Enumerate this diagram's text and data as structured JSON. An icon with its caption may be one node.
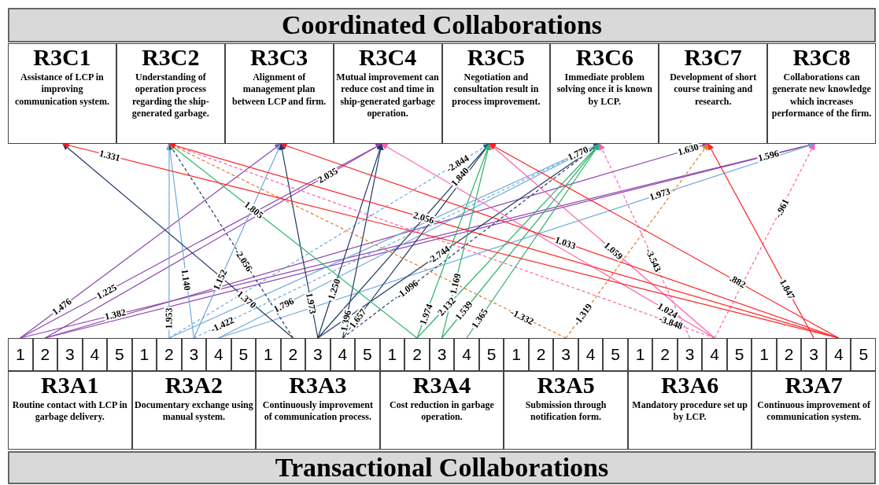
{
  "diagram": {
    "nodes": [
      {
        "text": [
          "Coordinated Collaborations"
        ]
      },
      {
        "text": [
          "R3C1",
          "Assistance of LCP in improving communication system."
        ]
      },
      {
        "text": [
          "R3C2",
          "Understanding of operation process regarding the ship-generated garbage."
        ]
      },
      {
        "text": [
          "R3C3",
          "Alignment of management plan between LCP and firm."
        ]
      },
      {
        "text": [
          "R3C4",
          "Mutual improvement can reduce cost and time in ship-generated garbage operation."
        ]
      },
      {
        "text": [
          "R3C5",
          "Negotiation and consultation result in process improvement."
        ]
      },
      {
        "text": [
          "R3C6",
          "Immediate problem solving once it is known by LCP."
        ]
      },
      {
        "text": [
          "R3C7",
          "Development of short course training and research."
        ]
      },
      {
        "text": [
          "R3C8",
          "Collaborations can generate new knowledge which increases performance of the firm."
        ]
      },
      {
        "text": [
          "1"
        ]
      },
      {
        "text": [
          "2"
        ]
      },
      {
        "text": [
          "3"
        ]
      },
      {
        "text": [
          "4"
        ]
      },
      {
        "text": [
          "5"
        ]
      },
      {
        "text": [
          "1"
        ]
      },
      {
        "text": [
          "2"
        ]
      },
      {
        "text": [
          "3"
        ]
      },
      {
        "text": [
          "4"
        ]
      },
      {
        "text": [
          "5"
        ]
      },
      {
        "text": [
          "1"
        ]
      },
      {
        "text": [
          "2"
        ]
      },
      {
        "text": [
          "3"
        ]
      },
      {
        "text": [
          "4"
        ]
      },
      {
        "text": [
          "5"
        ]
      },
      {
        "text": [
          "1"
        ]
      },
      {
        "text": [
          "2"
        ]
      },
      {
        "text": [
          "3"
        ]
      },
      {
        "text": [
          "4"
        ]
      },
      {
        "text": [
          "5"
        ]
      },
      {
        "text": [
          "1"
        ]
      },
      {
        "text": [
          "2"
        ]
      },
      {
        "text": [
          "3"
        ]
      },
      {
        "text": [
          "4"
        ]
      },
      {
        "text": [
          "5"
        ]
      },
      {
        "text": [
          "1"
        ]
      },
      {
        "text": [
          "2"
        ]
      },
      {
        "text": [
          "3"
        ]
      },
      {
        "text": [
          "4"
        ]
      },
      {
        "text": [
          "5"
        ]
      },
      {
        "text": [
          "1"
        ]
      },
      {
        "text": [
          "2"
        ]
      },
      {
        "text": [
          "3"
        ]
      },
      {
        "text": [
          "4"
        ]
      },
      {
        "text": [
          "5"
        ]
      },
      {
        "text": [
          "R3A1",
          "Routine contact with LCP in garbage delivery."
        ]
      },
      {
        "text": [
          "R3A2",
          "Documentary exchange using manual system."
        ]
      },
      {
        "text": [
          "R3A3",
          "Continuously improvement of communication process."
        ]
      },
      {
        "text": [
          "R3A4",
          "Cost reduction in garbage operation."
        ]
      },
      {
        "text": [
          "R3A5",
          "Submission through notification form."
        ]
      },
      {
        "text": [
          "R3A6",
          "Mandatory procedure set up by LCP."
        ]
      },
      {
        "text": [
          "R3A7",
          "Continuous improvement of communication system."
        ]
      },
      {
        "text": [
          "Transactional Collaborations"
        ]
      }
    ],
    "edges": [
      {
        "from": 9,
        "to": 3,
        "arrow": "to",
        "label": "1.476",
        "color": "#8e44ad"
      },
      {
        "from": 9,
        "to": 4,
        "arrow": "to",
        "label": "1.225",
        "color": "#8e44ad"
      },
      {
        "from": 9,
        "to": 8,
        "arrow": "to",
        "label": "1.382",
        "color": "#8e44ad"
      },
      {
        "from": 10,
        "to": 4,
        "arrow": "to",
        "label": "2.035",
        "color": "#8e44ad"
      },
      {
        "from": 10,
        "to": 8,
        "arrow": "to",
        "label": "1.596",
        "color": "#8e44ad"
      },
      {
        "from": 10,
        "to": 7,
        "arrow": "to",
        "label": "1.630",
        "color": "#8e44ad"
      },
      {
        "from": 15,
        "to": 2,
        "arrow": "to",
        "label": "1.953",
        "color": "#6fa8dc"
      },
      {
        "from": 16,
        "to": 2,
        "arrow": "to",
        "label": "1.140",
        "color": "#6fa8dc"
      },
      {
        "from": 16,
        "to": 3,
        "arrow": "to",
        "label": "1.152",
        "color": "#6fa8dc"
      },
      {
        "from": 15,
        "to": 5,
        "arrow": "to",
        "label": "-2.844",
        "style": "dashed",
        "color": "#6fa8dc"
      },
      {
        "from": 16,
        "to": 6,
        "arrow": "to",
        "label": "-1.422",
        "style": "dashed",
        "color": "#6fa8dc"
      },
      {
        "from": 17,
        "to": 6,
        "arrow": "to",
        "label": "1.796",
        "color": "#6fa8dc"
      },
      {
        "from": 15,
        "to": 6,
        "arrow": "to",
        "label": "1.770",
        "color": "#6fa8dc"
      },
      {
        "from": 17,
        "to": 8,
        "arrow": "to",
        "label": "1.973",
        "color": "#6fa8dc"
      },
      {
        "from": 20,
        "to": 2,
        "arrow": "to",
        "label": "-2.056",
        "style": "dashed",
        "color": "#1f3864"
      },
      {
        "from": 20,
        "to": 1,
        "arrow": "to",
        "label": "1.370",
        "color": "#1f3864"
      },
      {
        "from": 21,
        "to": 3,
        "arrow": "to",
        "label": "1.973",
        "color": "#1f3864"
      },
      {
        "from": 21,
        "to": 4,
        "arrow": "to",
        "label": "1.250",
        "color": "#1f3864"
      },
      {
        "from": 22,
        "to": 4,
        "arrow": "to",
        "label": "1.396",
        "color": "#1f3864"
      },
      {
        "from": 22,
        "to": 5,
        "arrow": "to",
        "label": "1.657",
        "color": "#1f3864"
      },
      {
        "from": 21,
        "to": 5,
        "arrow": "to",
        "label": "1.840",
        "color": "#1f3864"
      },
      {
        "from": 22,
        "to": 6,
        "arrow": "to",
        "label": "-1.096",
        "style": "dashed",
        "color": "#1f3864"
      },
      {
        "from": 21,
        "to": 6,
        "arrow": "to",
        "label": "-2.744",
        "color": "#1f3864"
      },
      {
        "from": 25,
        "to": 2,
        "arrow": "to",
        "label": "1.805",
        "color": "#2db36a"
      },
      {
        "from": 25,
        "to": 5,
        "arrow": "to",
        "label": "1.974",
        "color": "#2db36a"
      },
      {
        "from": 25,
        "to": 6,
        "arrow": "to",
        "label": "2.132",
        "color": "#2db36a"
      },
      {
        "from": 26,
        "to": 5,
        "arrow": "to",
        "label": "1.169",
        "color": "#2db36a"
      },
      {
        "from": 26,
        "to": 6,
        "arrow": "to",
        "label": "1.539",
        "color": "#2db36a"
      },
      {
        "from": 27,
        "to": 6,
        "arrow": "to",
        "label": "1.365",
        "color": "#2db36a"
      },
      {
        "from": 31,
        "to": 2,
        "arrow": "to",
        "label": "-1.332",
        "style": "dashed",
        "color": "#e07b2a"
      },
      {
        "from": 31,
        "to": 7,
        "arrow": "to",
        "label": "-1.319",
        "style": "dashed",
        "color": "#e07b2a"
      },
      {
        "from": 36,
        "to": 6,
        "arrow": "to",
        "label": "-3.543",
        "style": "dashed",
        "color": "#ff5fb0"
      },
      {
        "from": 37,
        "to": 4,
        "arrow": "to",
        "label": "1.024",
        "color": "#ff5fb0"
      },
      {
        "from": 37,
        "to": 2,
        "arrow": "to",
        "label": "-3.848",
        "style": "dashed",
        "color": "#ff5fb0"
      },
      {
        "from": 37,
        "to": 8,
        "arrow": "to",
        "label": "-.961",
        "style": "dashed",
        "color": "#ff5fb0"
      },
      {
        "from": 37,
        "to": 5,
        "arrow": "to",
        "label": "1.059",
        "color": "#ff5fb0"
      },
      {
        "from": 42,
        "to": 1,
        "arrow": "to",
        "label": "1.331",
        "color": "#ff2020"
      },
      {
        "from": 42,
        "to": 2,
        "arrow": "to",
        "label": "2.056",
        "color": "#ff2020"
      },
      {
        "from": 42,
        "to": 3,
        "arrow": "to",
        "label": "1.033",
        "color": "#ff2020"
      },
      {
        "from": 42,
        "to": 5,
        "arrow": "to",
        "label": ".882",
        "color": "#ff2020"
      },
      {
        "from": 41,
        "to": 7,
        "arrow": "to",
        "label": "1.847",
        "color": "#ff2020"
      }
    ]
  }
}
